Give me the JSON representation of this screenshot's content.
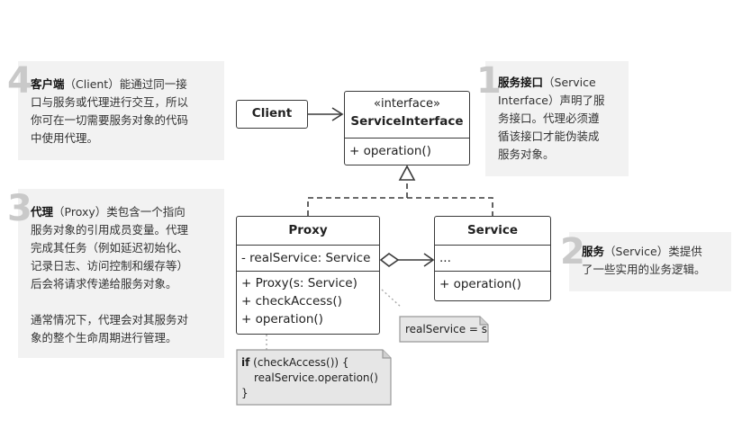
{
  "notes": {
    "n1": {
      "num": "1",
      "bold": "服务接口",
      "lines": [
        "（Service",
        "Interface）声明了服",
        "务接口。代理必须遵",
        "循该接口才能伪装成",
        "服务对象。"
      ]
    },
    "n2": {
      "num": "2",
      "bold": "服务",
      "lines": [
        "（Service）类提供",
        "了一些实用的业务逻辑。"
      ]
    },
    "n3": {
      "num": "3",
      "bold": "代理",
      "lines": [
        "（Proxy）类包含一个指向",
        "服务对象的引用成员变量。代理",
        "完成其任务（例如延迟初始化、",
        "记录日志、访问控制和缓存等）",
        "后会将请求传递给服务对象。",
        "",
        "通常情况下，代理会对其服务对",
        "象的整个生命周期进行管理。"
      ]
    },
    "n4": {
      "num": "4",
      "bold": "客户端",
      "lines": [
        "（Client）能通过同一接",
        "口与服务或代理进行交互，所以",
        "你可在一切需要服务对象的代码",
        "中使用代理。"
      ]
    }
  },
  "classes": {
    "client": {
      "name": "Client"
    },
    "service_interface": {
      "stereotype": "«interface»",
      "name": "ServiceInterface",
      "method": "+ operation()"
    },
    "proxy": {
      "name": "Proxy",
      "field": "- realService: Service",
      "methods": [
        "+ Proxy(s: Service)",
        "+ checkAccess()",
        "+ operation()"
      ]
    },
    "service": {
      "name": "Service",
      "field": "...",
      "method": "+ operation()"
    }
  },
  "code_notes": {
    "assign": "realService = s",
    "op_line1_kw": "if",
    "op_line1_rest": " (checkAccess()) {",
    "op_line2": "realService.operation()",
    "op_line3": "}"
  }
}
